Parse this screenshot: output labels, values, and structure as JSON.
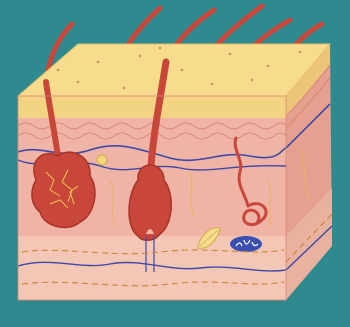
{
  "diagram": {
    "background_color": "#2e8a8f",
    "colors": {
      "epidermis_top": "#f6dc8c",
      "epidermis_front": "#f3d482",
      "dermis_front": "#f0b4a6",
      "dermis_side": "#e6a08f",
      "hypodermis_front": "#f4c6b6",
      "hypodermis_side": "#e9b19f",
      "hair": "#c9473a",
      "hair_dark": "#a83428",
      "vessel_blue": "#3e48a8",
      "gland": "#c9473a",
      "gland_highlight": "#f2c14e",
      "tissue_lines": "#d98878",
      "fiber_yellow": "#e6b45a",
      "sweat_gland_blue": "#3b4fb3"
    },
    "structures": [
      {
        "name": "hair-shaft",
        "icon": "hair-icon"
      },
      {
        "name": "hair-follicle",
        "icon": "follicle-icon"
      },
      {
        "name": "sebaceous-gland",
        "icon": "gland-icon"
      },
      {
        "name": "sweat-gland",
        "icon": "coiled-gland-icon"
      },
      {
        "name": "blood-vessel",
        "icon": "vessel-icon"
      },
      {
        "name": "nerve-fiber",
        "icon": "nerve-icon"
      },
      {
        "name": "fat-lobule",
        "icon": "fat-cell-icon"
      }
    ]
  }
}
